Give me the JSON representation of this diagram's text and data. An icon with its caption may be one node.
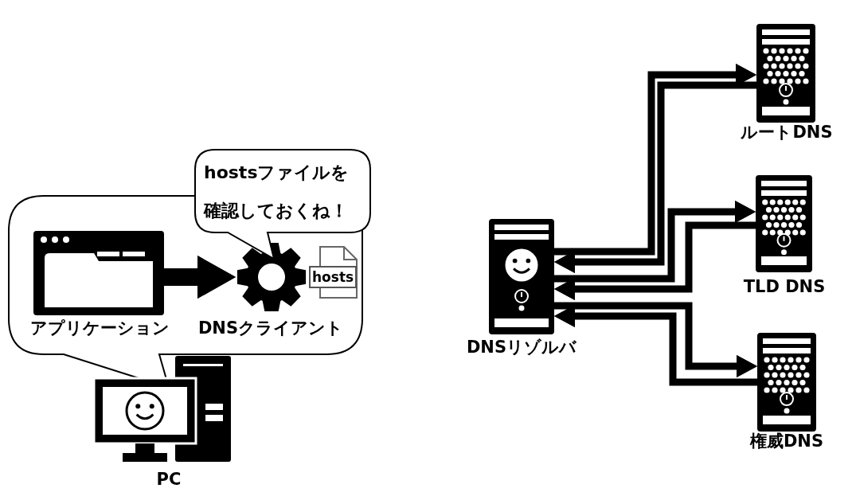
{
  "diagram": {
    "nodes": [
      {
        "text": [],
        "shape": "bubble"
      },
      {
        "text": [],
        "shape": "picture",
        "in": 0,
        "beside": [
          "アプリケーション"
        ]
      },
      {
        "text": [],
        "shape": "picture",
        "in": 0,
        "beside": [
          "DNSクライアント"
        ]
      },
      {
        "text": [
          "hosts"
        ],
        "in": 0
      },
      {
        "text": [
          "hostsファイルを確認しておくね！"
        ]
      },
      {
        "text": [],
        "shape": "picture",
        "beside": [
          "PC"
        ]
      },
      {
        "text": [],
        "shape": "picture",
        "beside": [
          "DNSリゾルバ"
        ]
      },
      {
        "text": [],
        "shape": "picture",
        "beside": [
          "ルートDNS"
        ]
      },
      {
        "text": [],
        "shape": "picture",
        "beside": [
          "TLD DNS"
        ]
      },
      {
        "text": [],
        "shape": "picture",
        "beside": [
          "権威DNS"
        ]
      }
    ],
    "edges": [
      {
        "from": 1,
        "to": 2,
        "arrow": "to",
        "style": "thick"
      },
      {
        "from": 6,
        "to": 7,
        "arrow": "to"
      },
      {
        "from": 7,
        "to": 6,
        "arrow": "to"
      },
      {
        "from": 6,
        "to": 8,
        "arrow": "to"
      },
      {
        "from": 8,
        "to": 6,
        "arrow": "to"
      },
      {
        "from": 6,
        "to": 9,
        "arrow": "to"
      },
      {
        "from": 9,
        "to": 6,
        "arrow": "to"
      }
    ]
  }
}
